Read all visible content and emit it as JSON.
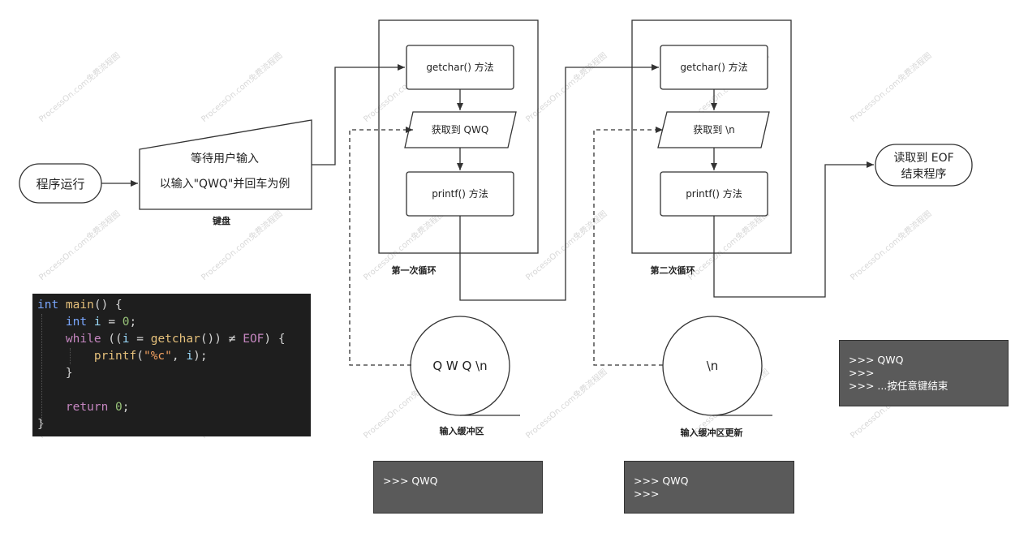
{
  "nodes": {
    "start": "程序运行",
    "keyboard_line1": "等待用户输入",
    "keyboard_line2": "以输入\"QWQ\"并回车为例",
    "keyboard_label": "键盘",
    "loop1_getchar": "getchar() 方法",
    "loop1_get": "获取到 QWQ",
    "loop1_printf": "printf() 方法",
    "loop1_label": "第一次循环",
    "loop2_getchar": "getchar() 方法",
    "loop2_get": "获取到 \\n",
    "loop2_printf": "printf() 方法",
    "loop2_label": "第二次循环",
    "end_line1": "读取到 EOF",
    "end_line2": "结束程序",
    "buffer1": "Q W Q \\n",
    "buffer1_label": "输入缓冲区",
    "buffer2": "\\n",
    "buffer2_label": "输入缓冲区更新"
  },
  "consoles": {
    "console1": [
      ">>> QWQ"
    ],
    "console2": [
      ">>> QWQ",
      ">>>"
    ],
    "console3": [
      ">>> QWQ",
      ">>>",
      ">>> ...按任意键结束"
    ]
  },
  "code": {
    "l1_kw": "int",
    "l1_fn": "main",
    "l1_rest": "() {",
    "l2_kw": "int",
    "l2_var": "i",
    "l2_mid": " = ",
    "l2_num": "0",
    "l2_end": ";",
    "l3_ctl": "while",
    "l3_a": " ((",
    "l3_var": "i",
    "l3_b": " = ",
    "l3_fn": "getchar",
    "l3_c": "()) ≠ ",
    "l3_eof": "EOF",
    "l3_d": ") {",
    "l4_fn": "printf",
    "l4_a": "(",
    "l4_str": "\"%c\"",
    "l4_b": ", ",
    "l4_var": "i",
    "l4_c": ");",
    "l5": "}",
    "l7_ctl": "return",
    "l7_num": "0",
    "l7_end": ";",
    "l8": "}"
  },
  "watermark": "ProcessOn.com免费流程图"
}
